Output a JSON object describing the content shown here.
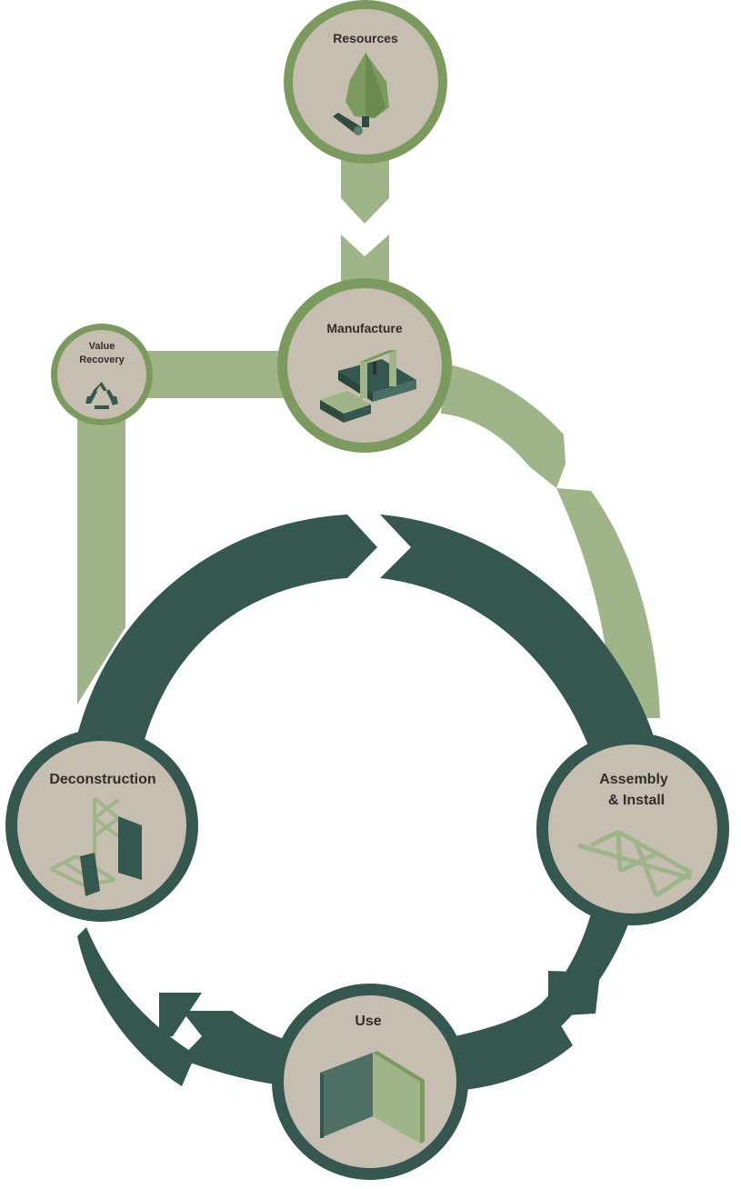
{
  "colors": {
    "light_green": "#9fb489",
    "dark_teal": "#355750",
    "node_fill": "#c6beb0",
    "light_ring": "#7c9a60",
    "dark_ring": "#355750"
  },
  "nodes": {
    "resources": {
      "label": "Resources",
      "icon": "tree-log-icon"
    },
    "manufacture": {
      "label": "Manufacture",
      "icon": "cnc-machine-icon"
    },
    "value_recovery": {
      "label_line1": "Value",
      "label_line2": "Recovery",
      "icon": "recycle-icon"
    },
    "assembly": {
      "label_line1": "Assembly",
      "label_line2": "& Install",
      "icon": "truss-icon"
    },
    "use": {
      "label": "Use",
      "icon": "wall-panel-icon"
    },
    "deconstruction": {
      "label": "Deconstruction",
      "icon": "dismantled-truss-icon"
    }
  }
}
